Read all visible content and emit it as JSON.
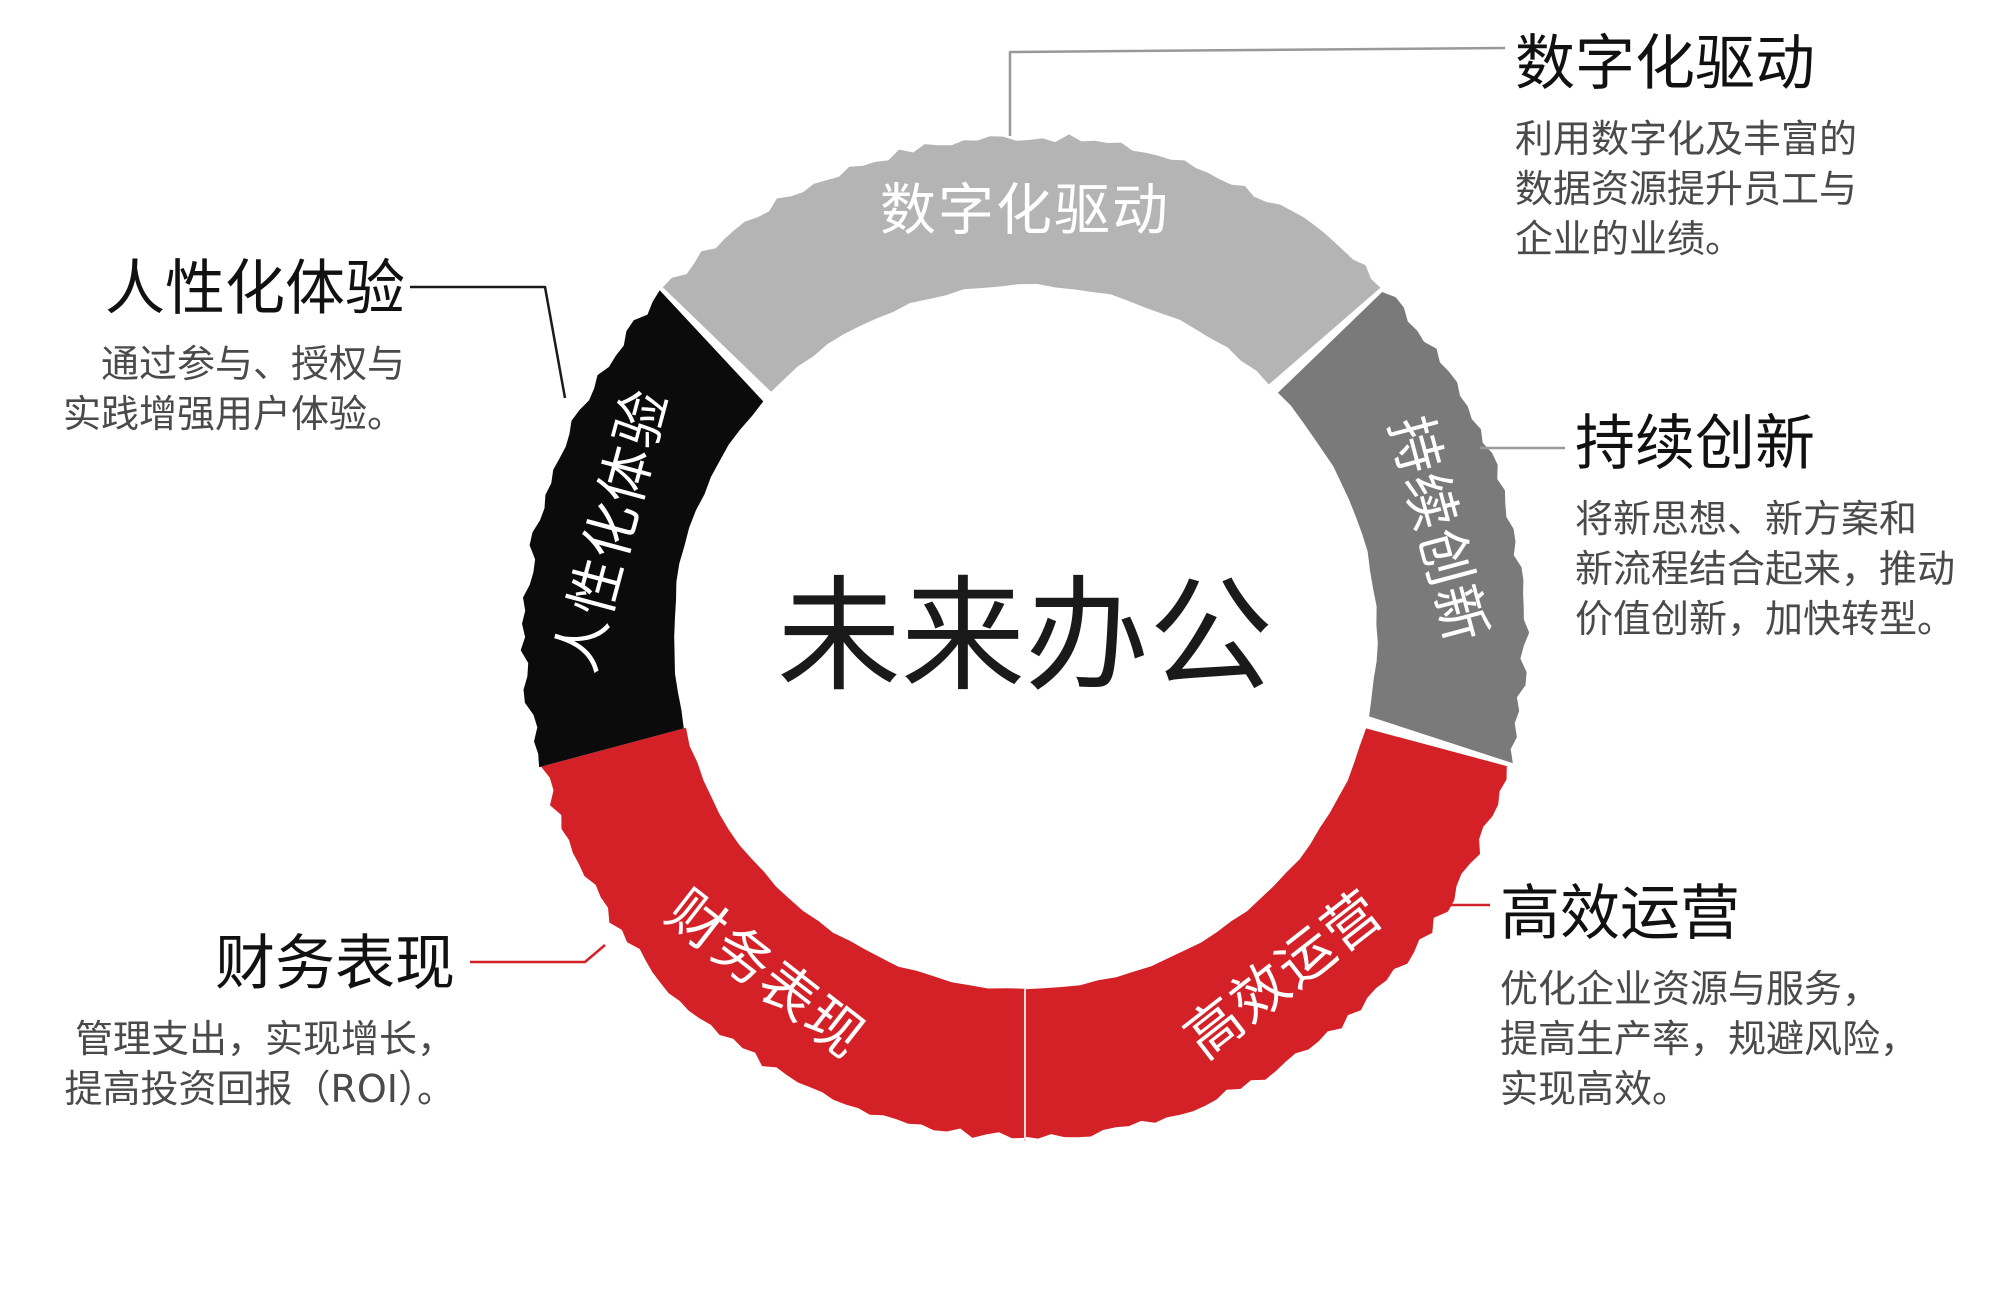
{
  "center_title": "未来办公",
  "colors": {
    "black": "#0b0b0b",
    "light_gray": "#b4b4b4",
    "dark_gray": "#7a7a7a",
    "red": "#d42027",
    "connector_gray": "#999999",
    "connector_black": "#1a1a1a",
    "connector_red": "#d42027"
  },
  "segments": [
    {
      "id": "digital",
      "label": "数字化驱动",
      "color": "light_gray"
    },
    {
      "id": "innovation",
      "label": "持续创新",
      "color": "dark_gray"
    },
    {
      "id": "operation",
      "label": "高效运营",
      "color": "red"
    },
    {
      "id": "finance",
      "label": "财务表现",
      "color": "red"
    },
    {
      "id": "experience",
      "label": "人性化体验",
      "color": "black"
    }
  ],
  "callouts": {
    "digital": {
      "title": "数字化驱动",
      "lines": [
        "利用数字化及丰富的",
        "数据资源提升员工与",
        "企业的业绩。"
      ]
    },
    "innovation": {
      "title": "持续创新",
      "lines": [
        "将新思想、新方案和",
        "新流程结合起来，推动",
        "价值创新，加快转型。"
      ]
    },
    "operation": {
      "title": "高效运营",
      "lines": [
        "优化企业资源与服务，",
        "提高生产率，规避风险，",
        "实现高效。"
      ]
    },
    "finance": {
      "title": "财务表现",
      "lines": [
        "管理支出，实现增长，",
        "提高投资回报（ROI）。"
      ]
    },
    "experience": {
      "title": "人性化体验",
      "lines": [
        "通过参与、授权与",
        "实践增强用户体验。"
      ]
    }
  }
}
